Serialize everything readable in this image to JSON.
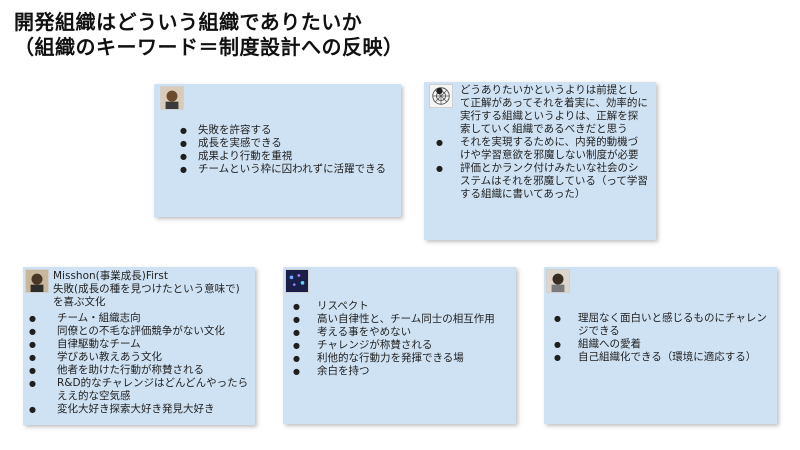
{
  "title": {
    "line1": "開発組織はどういう組織でありたいか",
    "line2": "（組織のキーワード＝制度設計への反映）"
  },
  "cards": {
    "c1": {
      "avatar_icon": "person-photo-icon",
      "bullets": [
        "失敗を許容する",
        "成長を実感できる",
        "成果より行動を重視",
        "チームという枠に囚われずに活躍できる"
      ]
    },
    "c2": {
      "avatar_icon": "geometric-pattern-icon",
      "bullets": [
        "どうありたいかというよりは前提として正解があってそれを着実に、効率的に実行する組織というよりは、正解を探索していく組織であるべきだと思う",
        "それを実現するために、内発的動機づけや学習意欲を邪魔しない制度が必要",
        "評価とかランク付けみたいな社会のシステムはそれを邪魔している（って学習する組織に書いてあった）"
      ]
    },
    "c3": {
      "avatar_icon": "person-photo-icon",
      "lines": [
        "Misshon(事業成長)First",
        "失敗(成長の種を見つけたという意味で)を喜ぶ文化"
      ],
      "bullets": [
        "チーム・組織志向",
        "同僚との不毛な評価競争がない文化",
        "自律駆動なチーム",
        "学びあい教えあう文化",
        "他者を助けた行動が称賛される",
        "R&D的なチャレンジはどんどんやったらええ的な空気感",
        "変化大好き探索大好き発見大好き"
      ]
    },
    "c4": {
      "avatar_icon": "night-lights-icon",
      "bullets": [
        "リスペクト",
        "高い自律性と、チーム同士の相互作用",
        "考える事をやめない",
        "チャレンジが称賛される",
        "利他的な行動力を発揮できる場",
        "余白を持つ"
      ]
    },
    "c5": {
      "avatar_icon": "person-photo-icon",
      "bullets": [
        "理屈なく面白いと感じるものにチャレンジできる",
        "組織への愛着",
        "自己組織化できる（環境に適応する）"
      ]
    }
  },
  "colors": {
    "card_bg": "#cfe2f3",
    "text": "#1f1f1f"
  }
}
